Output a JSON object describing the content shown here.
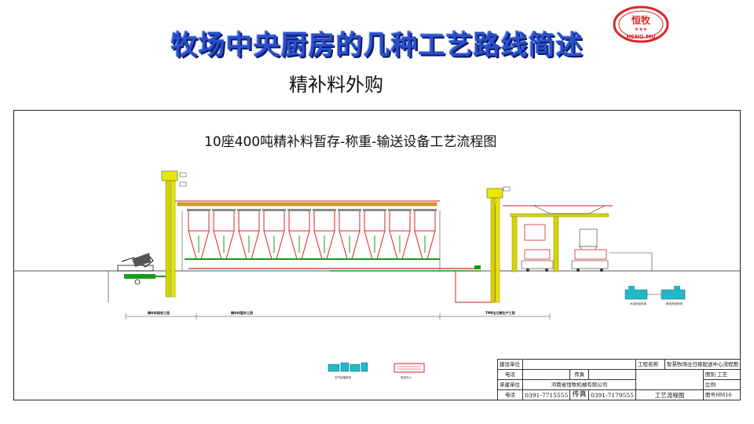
{
  "slide": {
    "title": "牧场中央厨房的几种工艺路线简述",
    "subtitle": "精补料外购"
  },
  "logo": {
    "text": "恒牧",
    "subtext": "HENG MU",
    "stars": "★★★",
    "color": "#d8262a"
  },
  "diagram": {
    "title": "10座400吨精补料暂存-称重-输送设备工艺流程图",
    "sections": [
      {
        "label": "精补料接收工段"
      },
      {
        "label": "精补料暂存工段"
      },
      {
        "label": "TMR全日粮生产工段"
      }
    ],
    "small_labels": [
      "水溶添加系统",
      "精选添加系统",
      "空气压缩系统",
      "电控中心"
    ],
    "colors": {
      "line": "#111111",
      "equipment_yellow": "#d4d400",
      "hopper_red": "#e02020",
      "pipe_red": "#d02020",
      "conveyor_green": "#1a9a1a",
      "tank_cyan": "#22b8c8"
    }
  },
  "title_block": {
    "owner_label": "建设单位",
    "owner_value": "",
    "phone_label": "电话",
    "fax_label": "传真",
    "builder_label": "承建单位",
    "builder_value": "河南省恒牧机械有限公司",
    "builder_phone": "0391-7715555",
    "builder_fax": "0391-7179555",
    "project_label": "工程名称",
    "project_value": "智慧牧场全日粮配送中心流程图",
    "drawing_label": "图别",
    "drawing_value": "工艺",
    "scale_label": "比例",
    "scale_value": "",
    "sheet_name": "工艺流程图",
    "number_label": "图号",
    "number_value": "HM16"
  }
}
